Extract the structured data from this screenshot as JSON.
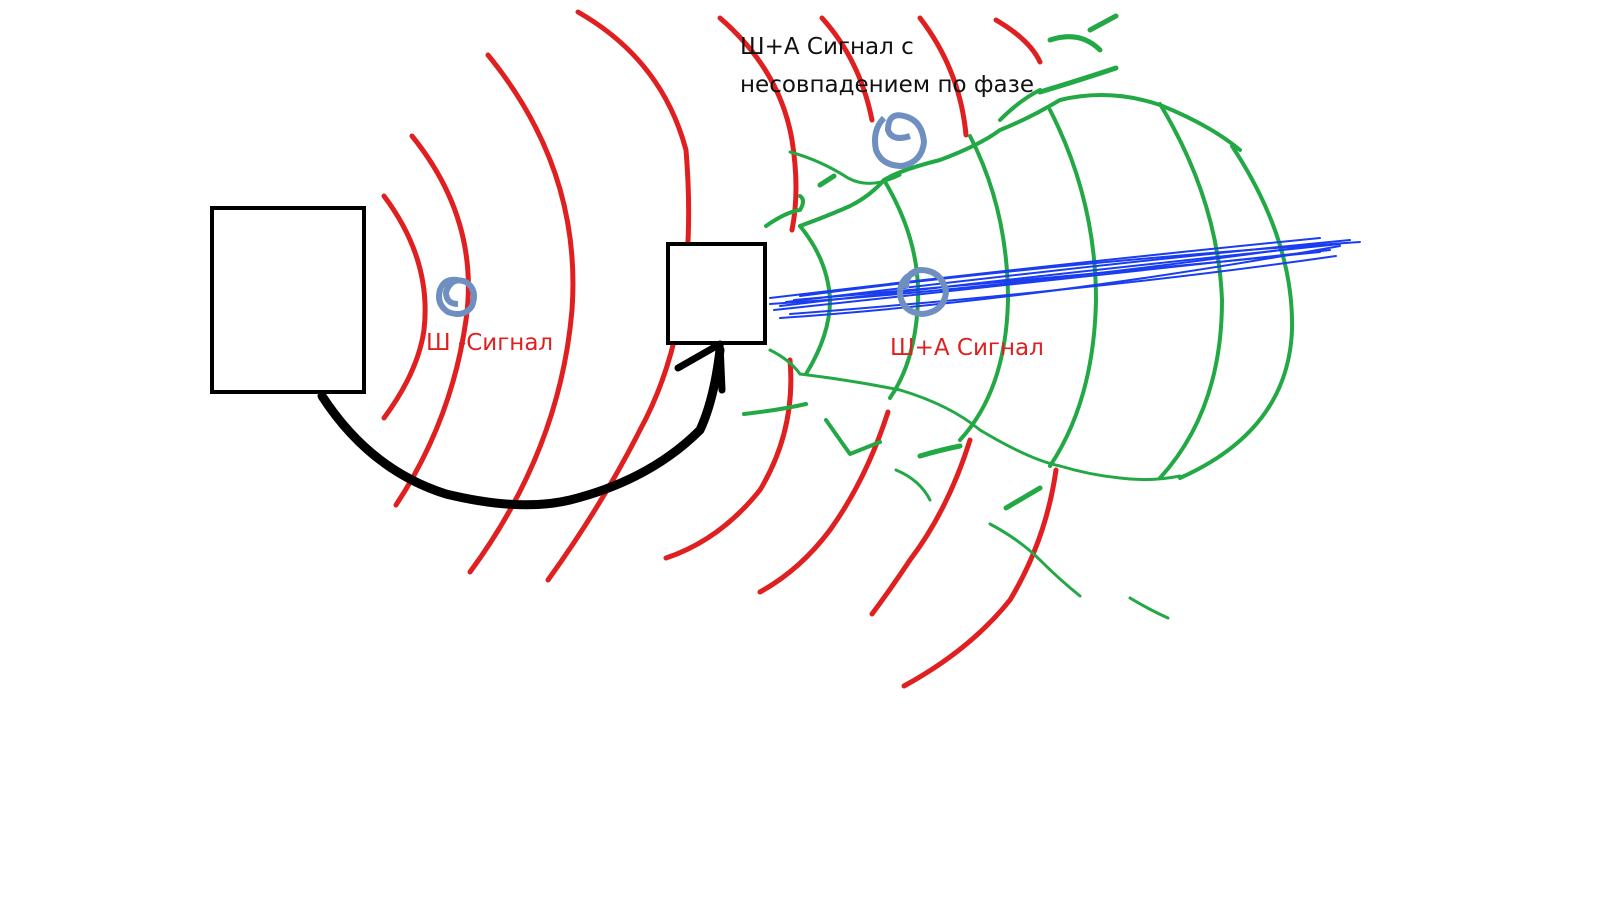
{
  "colors": {
    "noise_wave": "#e02020",
    "sum_wave": "#22a844",
    "signal_beam": "#1a3df0",
    "marker_circle": "#6f8fc0",
    "box_stroke": "#000000",
    "arrow": "#000000",
    "text_dark": "#111111"
  },
  "labels": {
    "noise_signal": "Ш -Сигнал",
    "sum_signal": "Ш+А Сигнал",
    "phase_mismatch_line1": "Ш+А Сигнал с",
    "phase_mismatch_line2": "несовпадением по фазе"
  },
  "icons": {
    "source_box": "rectangle",
    "receiver_box": "rectangle",
    "feedback_arrow": "curved-arrow",
    "marker": "circle"
  }
}
